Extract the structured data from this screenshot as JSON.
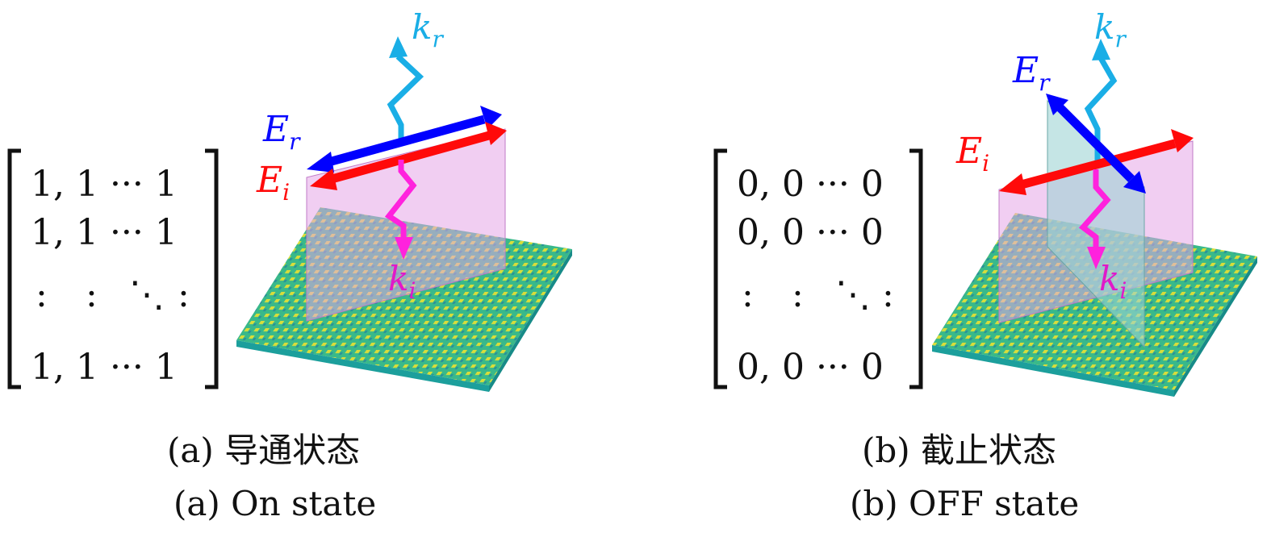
{
  "panel_a": {
    "matrix": {
      "rows": [
        "1, 1 ··· 1",
        "1, 1 ··· 1",
        "1, 1 ··· 1"
      ],
      "dots_row": [
        ":",
        ":",
        "⋱",
        ":"
      ]
    },
    "labels": {
      "E_r": "E",
      "E_r_sub": "r",
      "E_i": "E",
      "E_i_sub": "i",
      "k_r": "k",
      "k_r_sub": "r",
      "k_i": "k",
      "k_i_sub": "i"
    },
    "caption_cn": "(a) 导通状态",
    "caption_en": "(a) On state"
  },
  "panel_b": {
    "matrix": {
      "rows": [
        "0, 0 ··· 0",
        "0, 0 ··· 0",
        "0, 0 ··· 0"
      ],
      "dots_row": [
        ":",
        ":",
        "⋱",
        ":"
      ]
    },
    "labels": {
      "E_r": "E",
      "E_r_sub": "r",
      "E_i": "E",
      "E_i_sub": "i",
      "k_r": "k",
      "k_r_sub": "r",
      "k_i": "k",
      "k_i_sub": "i"
    },
    "caption_cn": "(b) 截止状态",
    "caption_en": "(b) OFF state"
  },
  "colors": {
    "incident": "#ff0a0a",
    "reflected": "#0a0aff",
    "k_reflected": "#1aaee6",
    "k_incident": "#ff22dd",
    "plane_pink": "#e9a6e9",
    "plane_cyan": "#9fd3d3",
    "board_green": "#3ec08a",
    "board_edge": "#1c9f9c"
  }
}
